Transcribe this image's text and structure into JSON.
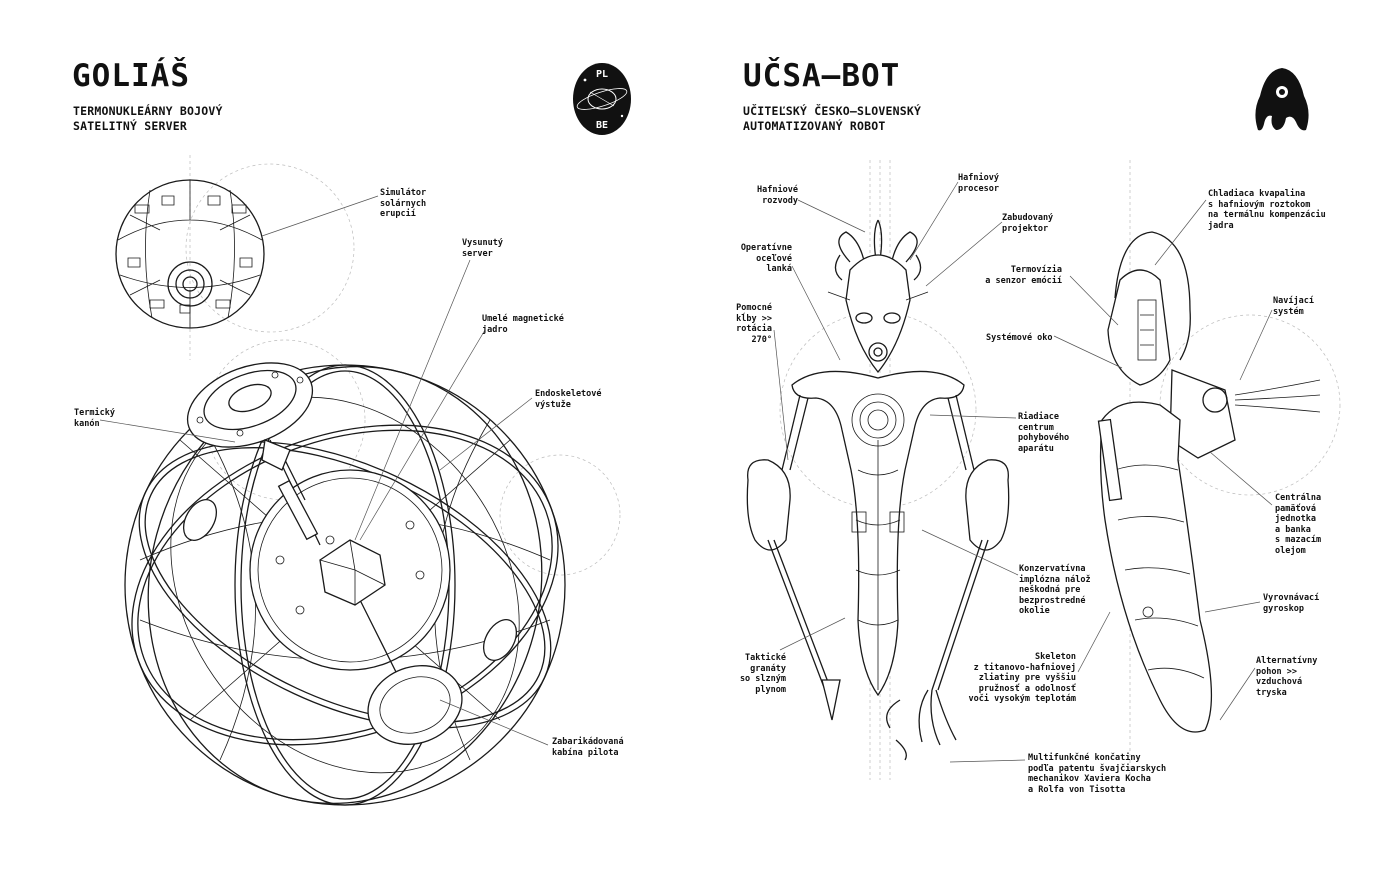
{
  "left": {
    "title": "GOLIÁŠ",
    "subtitle": [
      "TERMONUKLEÁRNY BOJOVÝ",
      "SATELITNÝ SERVER"
    ],
    "badge": {
      "top": "PL",
      "bottom": "BE"
    },
    "labels": {
      "simulator": [
        "Simulátor",
        "solárnych",
        "erupcií"
      ],
      "vysunuty": [
        "Vysunutý",
        "server"
      ],
      "umele": [
        "Umelé magnetické",
        "jadro"
      ],
      "endo": [
        "Endoskeletové",
        "výstuže"
      ],
      "termicky": [
        "Termický",
        "kanón"
      ],
      "kabina": [
        "Zabarikádovaná",
        "kabína pilota"
      ]
    }
  },
  "right": {
    "title": "UČSA–BOT",
    "subtitle": [
      "UČITEĽSKÝ ČESKO–SLOVENSKÝ",
      "AUTOMATIZOVANÝ ROBOT"
    ],
    "labels": {
      "rozvody": [
        "Hafniové",
        "rozvody"
      ],
      "procesor": [
        "Hafniový",
        "procesor"
      ],
      "projektor": [
        "Zabudovaný",
        "projektor"
      ],
      "lanka": [
        "Operatívne",
        "oceľové",
        "lanká"
      ],
      "termovizia": [
        "Termovízia",
        "a senzor emócií"
      ],
      "kvapalina": [
        "Chladiaca kvapalina",
        "s hafniovým roztokom",
        "na termálnu kompenzáciu",
        "jadra"
      ],
      "navijaci": [
        "Navíjací",
        "systém"
      ],
      "klby": [
        "Pomocné",
        "kĺby >>",
        "rotácia",
        "270°"
      ],
      "oko": [
        "Systémové oko"
      ],
      "riadiace": [
        "Riadiace",
        "centrum",
        "pohybového",
        "aparátu"
      ],
      "pamatova": [
        "Centrálna",
        "pamäťová",
        "jednotka",
        "a banka",
        "s mazacím",
        "olejom"
      ],
      "konzervativna": [
        "Konzervatívna",
        "implózna nálož",
        "neškodná pre",
        "bezprostredné",
        "okolie"
      ],
      "gyroskop": [
        "Vyrovnávací",
        "gyroskop"
      ],
      "granaty": [
        "Taktické",
        "granáty",
        "so slzným",
        "plynom"
      ],
      "skeleton": [
        "Skeleton",
        "z titanovo-hafniovej",
        "zliatiny pre vyššiu",
        "pružnosť a odolnosť",
        "voči vysokým teplotám"
      ],
      "pohon": [
        "Alternatívny",
        "pohon >>",
        "vzduchová",
        "tryska"
      ],
      "koncatiny": [
        "Multifunkčné končatiny",
        "podľa patentu švajčiarskych",
        "mechanikov Xaviera Kocha",
        "a Rolfa von Tisotta"
      ]
    }
  }
}
